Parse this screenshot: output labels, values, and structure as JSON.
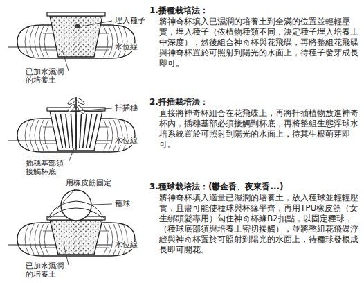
{
  "diagram": {
    "labels": [
      "埋入種子",
      "水位線",
      "已加水濕潤的培養土",
      "扦插穗",
      "水位線",
      "插穗基部須接觸杯底",
      "用橡皮筋固定",
      "種球",
      "水位線",
      "已加水濕潤的培養土",
      "1.播種栽培法：",
      "將神奇杯填入已濕潤的培養土到全滿的位置並輕輕壓實，埋入種子（依植物種類不同，決定種子埋入培養土中深度），然後組合神奇杯與花飛碟，再將整組花飛碟與神奇杯置於可照射到陽光的水面上，待種子發芽成長即可。",
      "2.扦插栽培法：",
      "直接將神奇杯組合在花飛碟上，再將扦插植物放進神奇杯內，插穗基部必須接觸到杯底，再將整組生態浮球水培系統置於可照射到陽光的水面上，待其生根萌芽即可。",
      "3.種球栽培法：(鬱金香、夜來香...)",
      "將神奇杯填入適量已濕潤的培養土，放入種球並輕輕壓實，且盡可能使種球與杯緣平齊，再用TPU橡皮筋（女生綁頭髮專用）勾住神奇杯緣B2扣點，以固定種球，（種球底部須與培養土密切接觸），並將整組花飛碟浮縫與神奇杯置於可照射到陽光的水面上，待種球發根成長即可開花。"
    ]
  }
}
